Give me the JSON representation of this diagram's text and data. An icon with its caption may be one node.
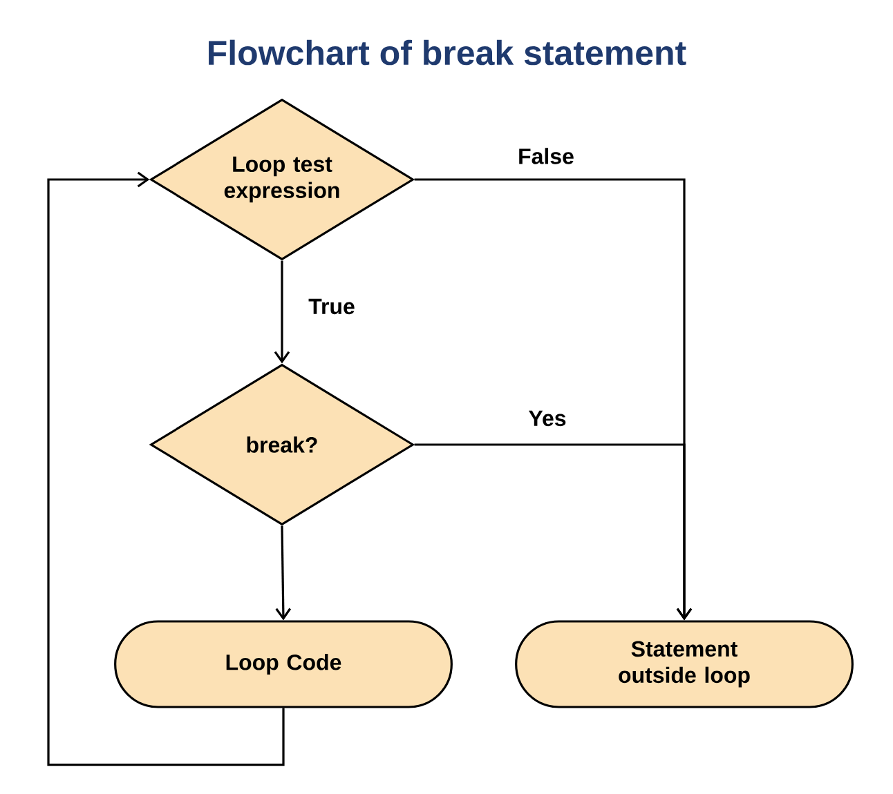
{
  "diagram": {
    "title": "Flowchart of break statement",
    "nodes": [
      {
        "text": [
          "Loop test expression"
        ]
      },
      {
        "text": [
          "break?"
        ]
      },
      {
        "text": [
          "Loop Code"
        ]
      },
      {
        "text": [
          "Statement outside loop"
        ]
      }
    ],
    "edges": [
      {
        "from": 0,
        "to": 1,
        "arrow": "to",
        "label": "True"
      },
      {
        "from": 0,
        "to": 3,
        "arrow": "to",
        "label": "False"
      },
      {
        "from": 1,
        "to": 3,
        "arrow": "to",
        "label": "Yes"
      },
      {
        "from": 1,
        "to": 2,
        "arrow": "to"
      },
      {
        "from": 2,
        "to": 0,
        "arrow": "to"
      }
    ]
  }
}
